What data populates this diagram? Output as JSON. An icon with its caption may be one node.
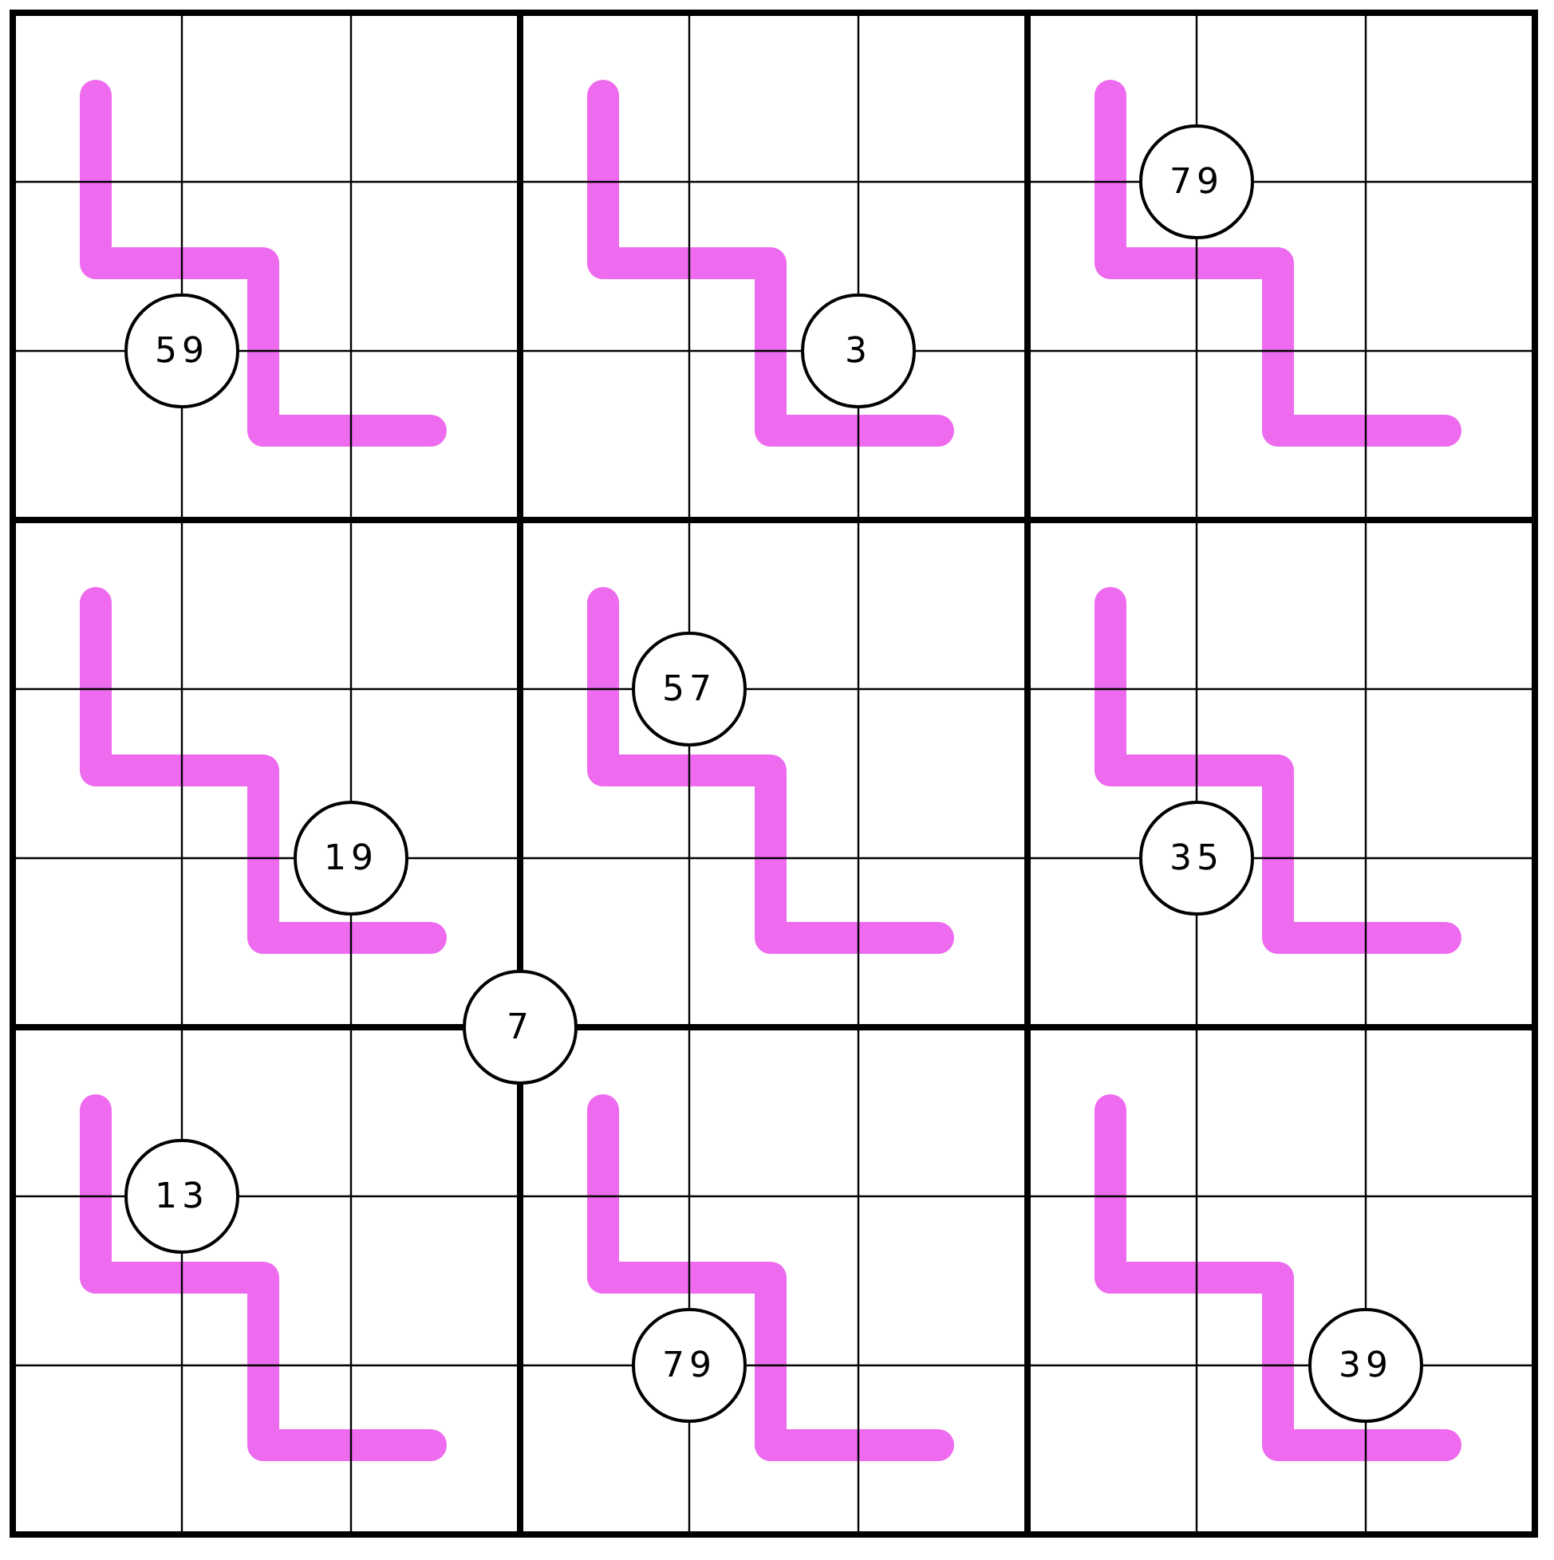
{
  "diagram": {
    "nodes": [
      {
        "text": [
          "79"
        ]
      },
      {
        "text": [
          "59"
        ]
      },
      {
        "text": [
          "3"
        ]
      },
      {
        "text": [
          "57"
        ]
      },
      {
        "text": [
          "19"
        ]
      },
      {
        "text": [
          "35"
        ]
      },
      {
        "text": [
          "7"
        ]
      },
      {
        "text": [
          "13"
        ]
      },
      {
        "text": [
          "79"
        ]
      },
      {
        "text": [
          "39"
        ]
      }
    ]
  }
}
